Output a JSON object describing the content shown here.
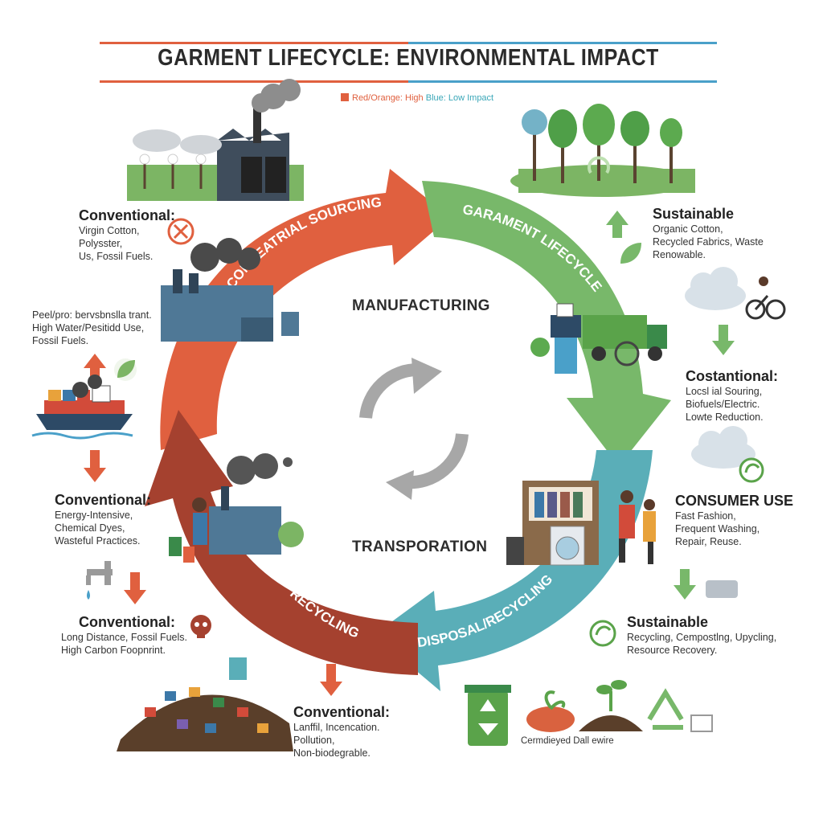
{
  "header": {
    "title": "GARMENT LIFECYCLE: ENVIRONMENTAL IMPACT",
    "legend": {
      "high": "Red/Orange: High",
      "low": "Blue: Low Impact",
      "high_color": "#e0603f",
      "low_color": "#3aa7b8"
    }
  },
  "cycle": {
    "stages": [
      {
        "label": "CONNEATRIAL SOURCING",
        "color": "#e0603f"
      },
      {
        "label": "GARAMENT LIFECYCLE",
        "color": "#78b86a"
      },
      {
        "label": "DISPOSAL/RECYCLING",
        "color": "#5aaeb8"
      },
      {
        "label": "RECYCLING",
        "color": "#a5412f"
      }
    ],
    "center_labels": {
      "manufacturing": "MANUFACTURING",
      "transportation": "TRANSPORATION"
    }
  },
  "panels": {
    "left1": {
      "heading": "Conventional:",
      "lines": [
        "Virgin Cotton,",
        "Polysster,",
        "Us, Fossil Fuels."
      ]
    },
    "left2": {
      "lines": [
        "Peel/pro: bervsbnslla trant.",
        "High Water/Pesitidd Use,",
        "Fossil Fuels."
      ]
    },
    "left3": {
      "heading": "Conventional:",
      "lines": [
        "Energy-Intensive,",
        "Chemical Dyes,",
        "Wasteful Practices."
      ]
    },
    "left4": {
      "heading": "Conventional:",
      "lines": [
        "Long Distance, Fossil Fuels.",
        "High Carbon Foopnrint."
      ]
    },
    "bottom_left": {
      "heading": "Conventional:",
      "lines": [
        "Lanffil, Incencation.",
        "Pollution,",
        "Non-biodegrable."
      ]
    },
    "right1": {
      "heading": "Sustainable",
      "lines": [
        "Organic Cotton,",
        "Recycled Fabrics, Waste",
        "Renowable."
      ]
    },
    "right2": {
      "heading": "Costantional:",
      "lines": [
        "Locsl ial Souring,",
        "Biofuels/Electric.",
        "Lowte Reduction."
      ]
    },
    "right3": {
      "heading": "CONSUMER USE",
      "lines": [
        "Fast Fashion,",
        "Frequent Washing,",
        "Repair, Reuse."
      ]
    },
    "right4": {
      "heading": "Sustainable",
      "lines": [
        "Recycling, Cempostlng, Upycling,",
        "Resource Recovery."
      ]
    },
    "bottom_right": {
      "caption": "Cermdieyed Dall ewire"
    }
  },
  "icons": [
    "factory-icon",
    "forest-icon",
    "recycle-icon",
    "ship-icon",
    "truck-icon",
    "bicycle-icon",
    "cloud-icon",
    "leaf-icon",
    "skull-icon",
    "faucet-icon",
    "washing-machine-icon",
    "trash-bin-icon",
    "sprout-icon",
    "landfill-icon",
    "cross-icon",
    "arrow-up-icon",
    "arrow-down-icon"
  ]
}
